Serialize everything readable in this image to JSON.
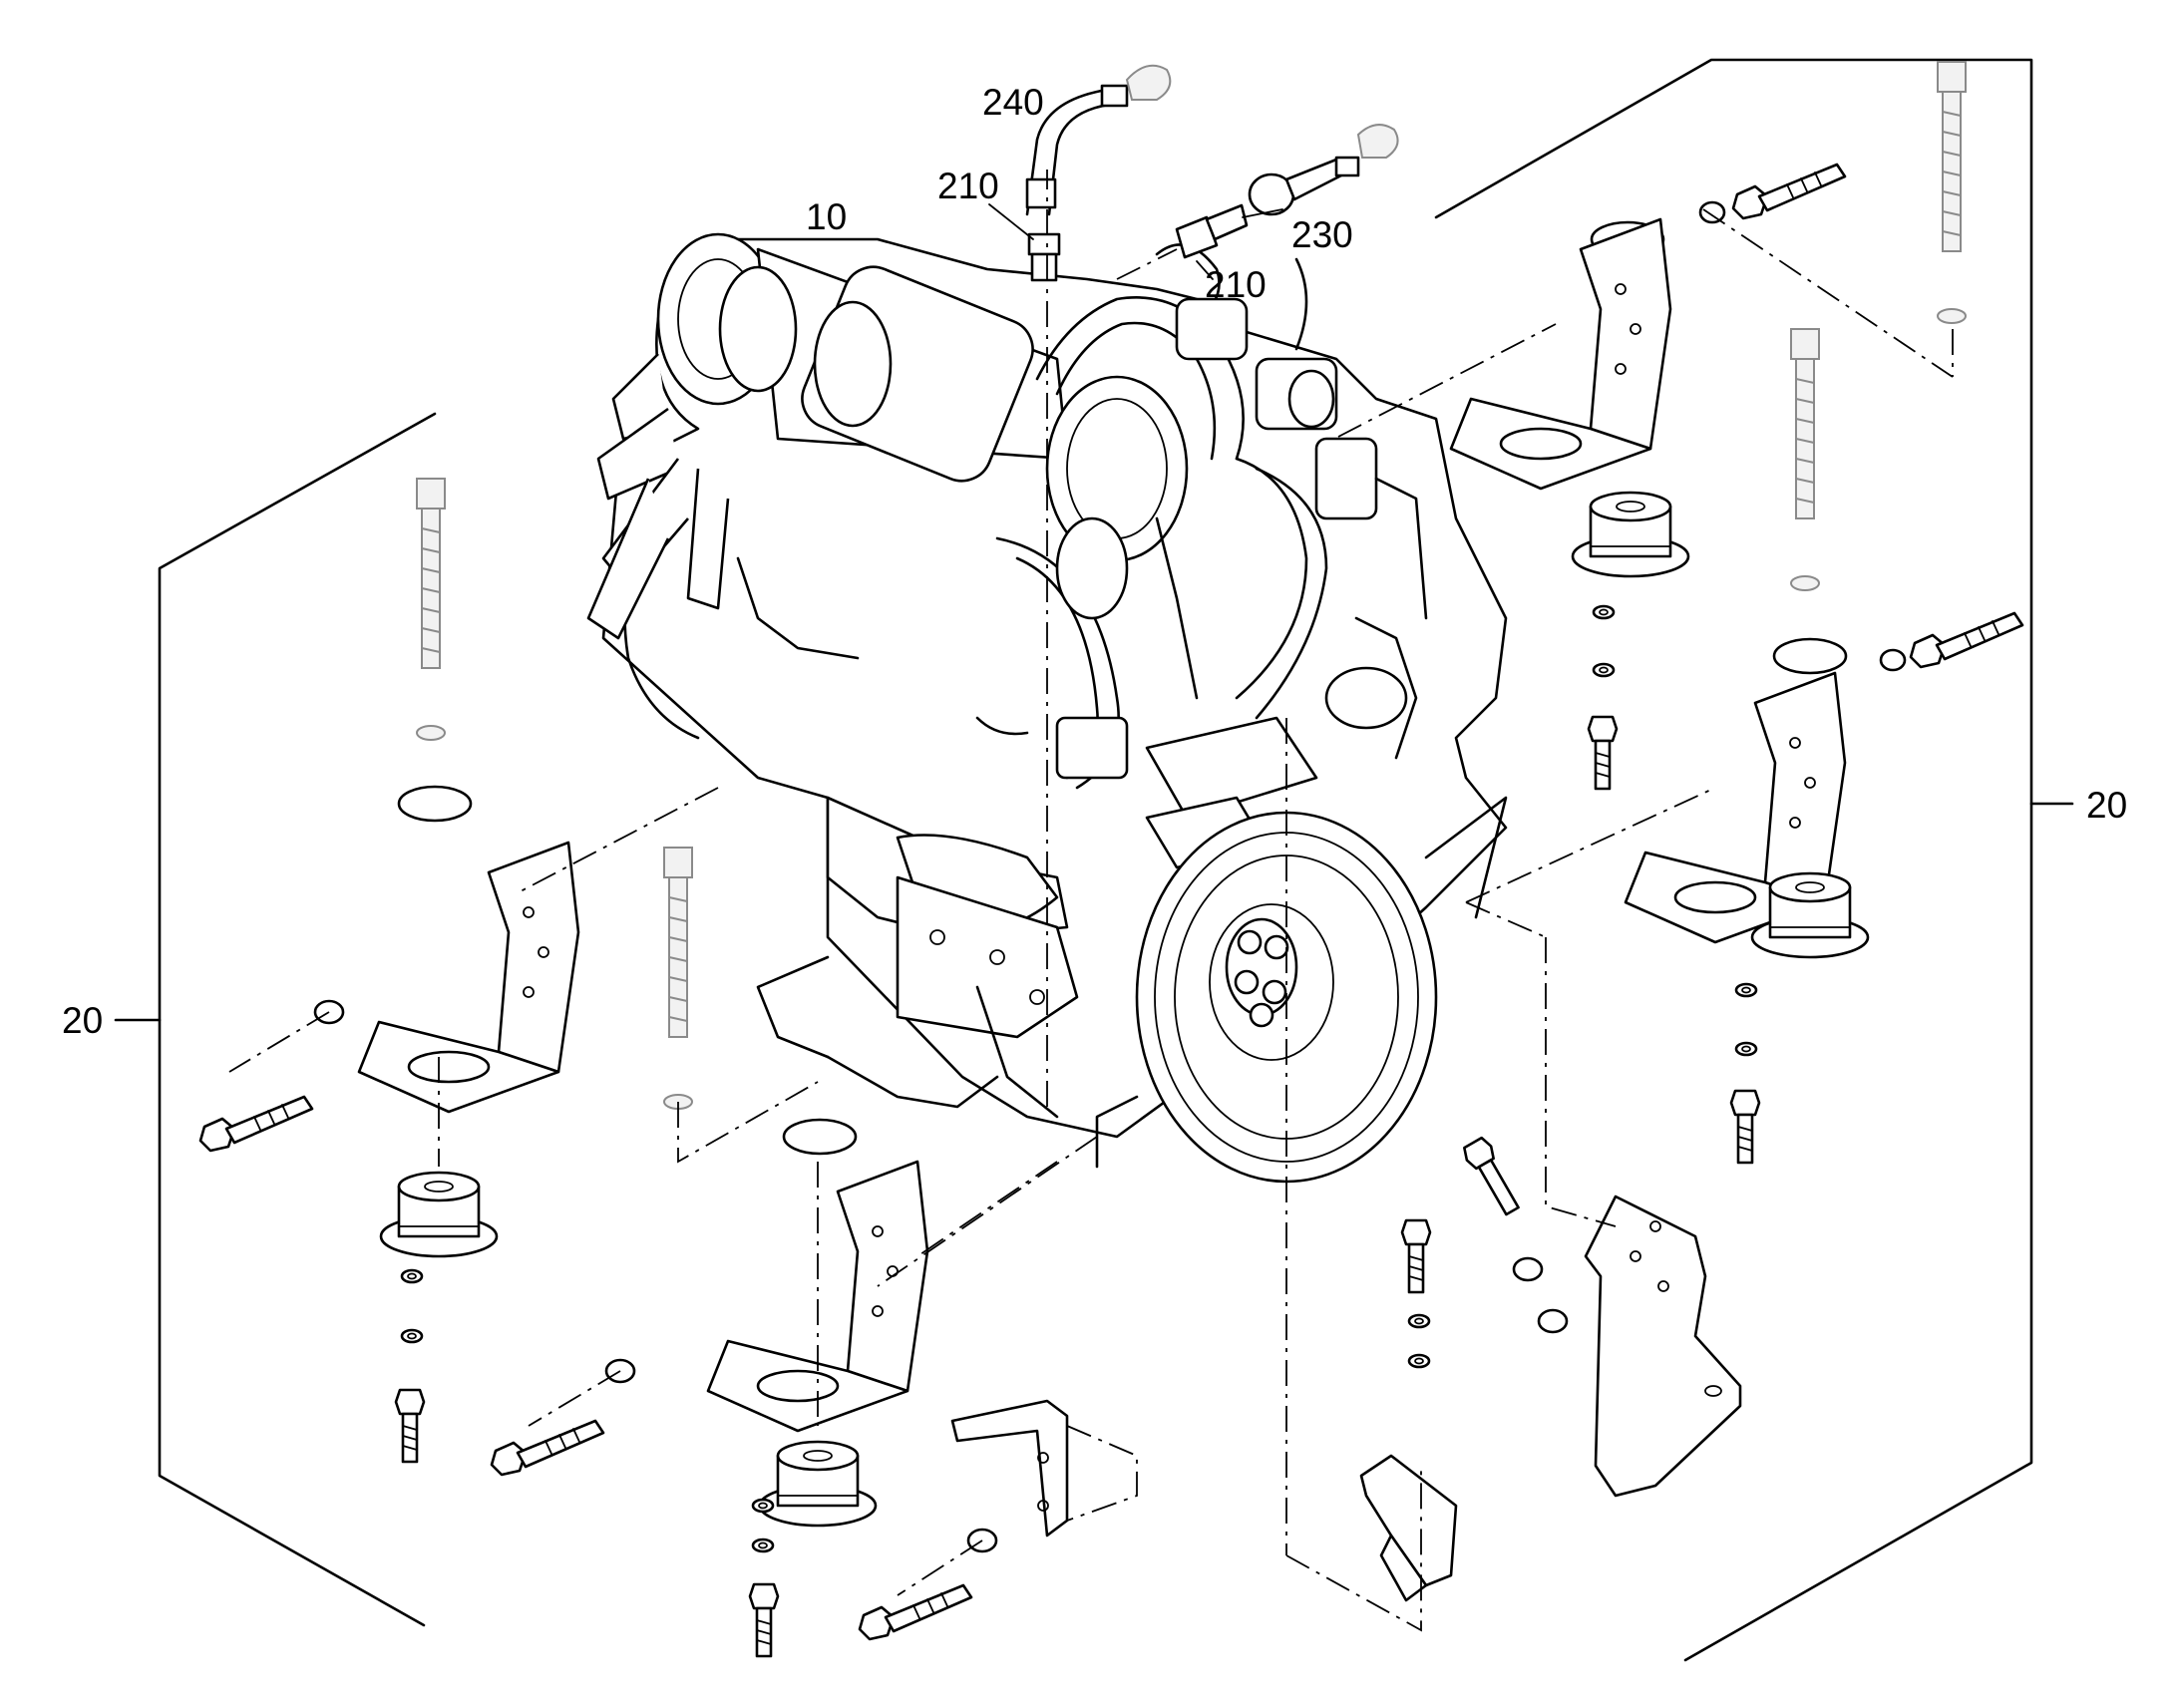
{
  "diagram": {
    "callouts": {
      "engine": "10",
      "mounts_left": "20",
      "mounts_right": "20",
      "fitting_top": "210",
      "fitting_mid": "210",
      "hose_fitting": "230",
      "hose": "240"
    }
  }
}
